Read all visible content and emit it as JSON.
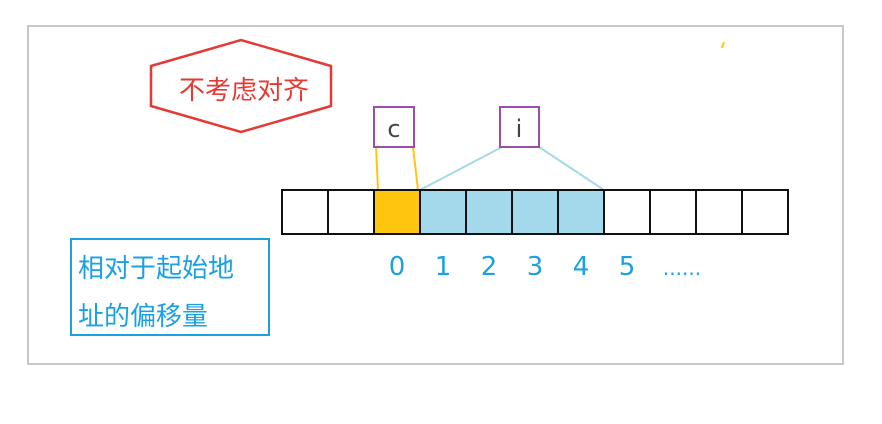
{
  "title_badge": {
    "text": "不考虑对齐",
    "border_color": "#e53935",
    "text_color": "#e53935"
  },
  "member_labels": [
    {
      "text": "c",
      "border_color": "#9b4dab"
    },
    {
      "text": "i",
      "border_color": "#9b4dab"
    }
  ],
  "memory_row": {
    "cell_count": 11,
    "cell_fills": [
      "#ffffff",
      "#ffffff",
      "#ffc50f",
      "#a3d9ea",
      "#a3d9ea",
      "#a3d9ea",
      "#a3d9ea",
      "#ffffff",
      "#ffffff",
      "#ffffff",
      "#ffffff"
    ]
  },
  "index_labels": [
    "0",
    "1",
    "2",
    "3",
    "4",
    "5",
    "......"
  ],
  "index_color": "#1ba1e2",
  "offset_caption": {
    "line1": "相对于起始地",
    "line2": "址的偏移量",
    "color": "#1ba1e2"
  },
  "connector_colors": {
    "c": "#ffc50f",
    "i": "#a3d9ea"
  }
}
